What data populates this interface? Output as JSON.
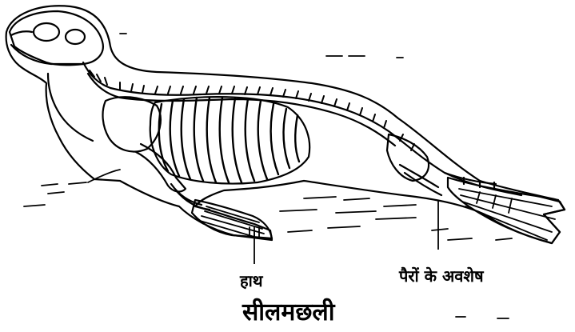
{
  "diagram": {
    "labels": {
      "hand": "हाथ",
      "hind_limb_remnant": "पैरों के अवशेष"
    },
    "caption": "सीलमछली",
    "colors": {
      "ink": "#000000",
      "background": "#ffffff"
    }
  }
}
